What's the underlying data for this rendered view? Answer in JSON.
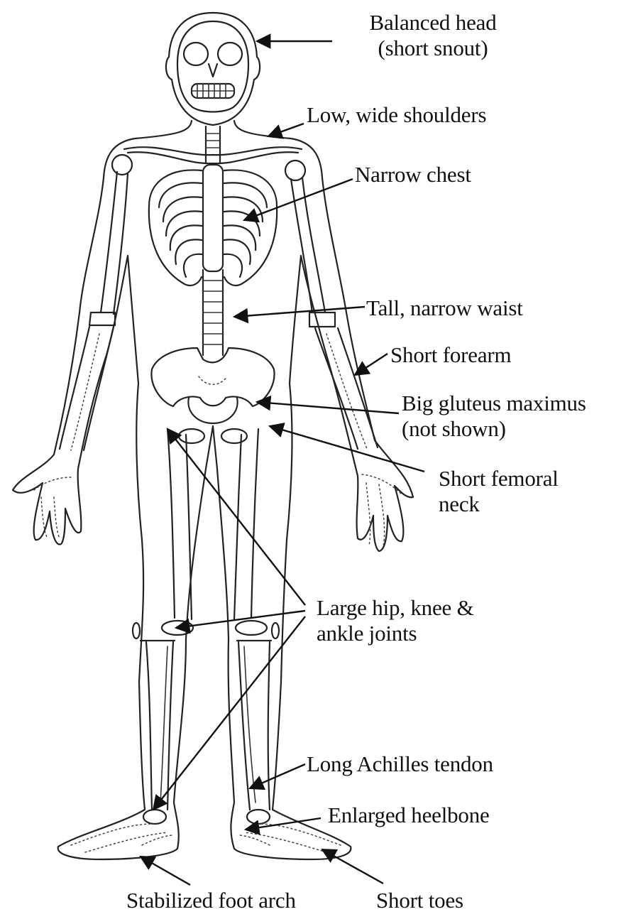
{
  "labels": {
    "balanced_head_1": "Balanced head",
    "balanced_head_2": "(short snout)",
    "shoulders": "Low, wide shoulders",
    "chest": "Narrow chest",
    "waist": "Tall, narrow waist",
    "forearm": "Short forearm",
    "gluteus_1": "Big gluteus maximus",
    "gluteus_2": "(not shown)",
    "femoral_1": "Short femoral",
    "femoral_2": "neck",
    "joints_1": "Large hip, knee &",
    "joints_2": "ankle joints",
    "achilles": "Long Achilles tendon",
    "heelbone": "Enlarged heelbone",
    "arch": "Stabilized foot arch",
    "toes": "Short toes"
  }
}
